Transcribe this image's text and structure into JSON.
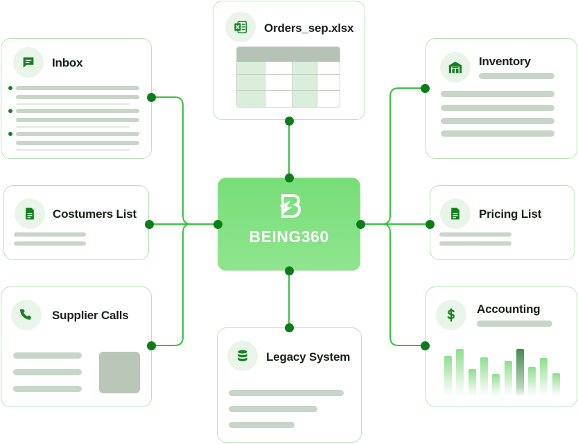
{
  "hub": {
    "label": "BEING360",
    "logo_icon": "being360-b-logo"
  },
  "cards": {
    "inbox": {
      "title": "Inbox",
      "icon": "chat-bubble-icon"
    },
    "orders": {
      "title": "Orders_sep.xlsx",
      "icon": "excel-file-icon"
    },
    "inventory": {
      "title": "Inventory",
      "icon": "warehouse-icon"
    },
    "customers": {
      "title": "Costumers List",
      "icon": "document-icon"
    },
    "pricing": {
      "title": "Pricing List",
      "icon": "document-icon"
    },
    "supplier": {
      "title": "Supplier Calls",
      "icon": "phone-icon"
    },
    "legacy": {
      "title": "Legacy System",
      "icon": "database-icon"
    },
    "accounting": {
      "title": "Accounting",
      "icon": "dollar-icon",
      "bar_levels": [
        0.66,
        0.77,
        0.44,
        0.63,
        0.37,
        0.58,
        0.77,
        0.48,
        0.62,
        0.38
      ]
    }
  },
  "colors": {
    "accent": "#13821f",
    "wire": "#2fbf3a",
    "hub_fill": "#7ddf7d",
    "card_border": "#b9e2b7",
    "icon_bg": "#e9f5e8",
    "placeholder_bar": "#c8d6c7"
  }
}
